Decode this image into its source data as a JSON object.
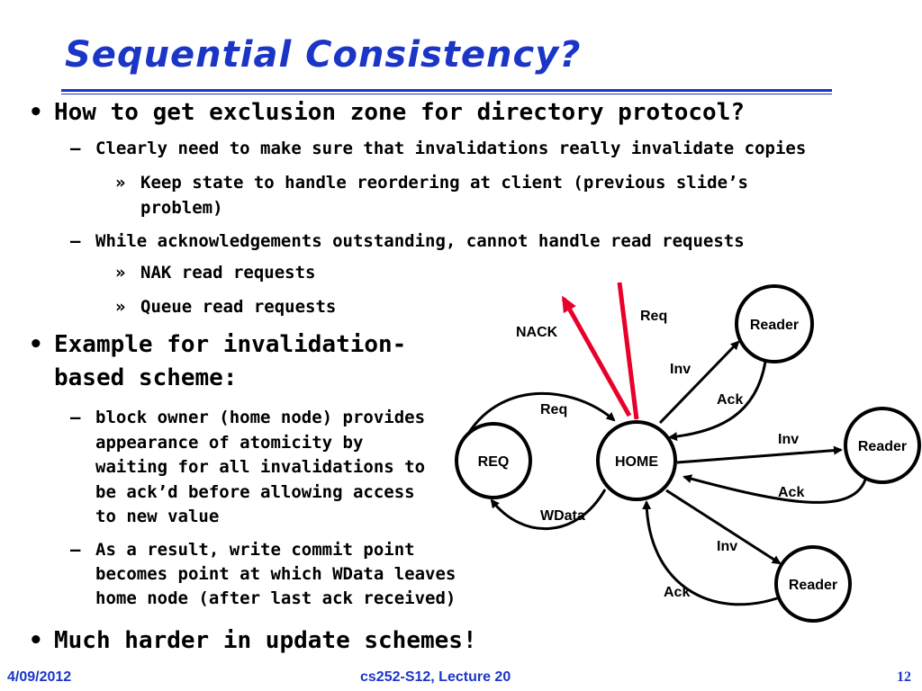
{
  "slide": {
    "title": "Sequential Consistency?",
    "bullets": {
      "b1_text": "How to get exclusion zone for directory protocol?",
      "b1_sub1": "Clearly need to make sure that invalidations really invalidate copies",
      "b1_sub1_item1_line1": "Keep state to handle reordering at client (previous slide’s",
      "b1_sub1_item1_line2": "problem)",
      "b1_sub2": "While acknowledgements outstanding, cannot handle read requests",
      "b1_sub2_item1": "NAK read requests",
      "b1_sub2_item2": "Queue read requests",
      "b2_line1": "Example for invalidation-",
      "b2_line2": "based scheme:",
      "b2_sub1_lines": [
        "block owner (home node) provides",
        "appearance of atomicity by",
        "waiting for all invalidations to",
        "be ack’d before allowing access",
        "to new value"
      ],
      "b2_sub2_lines": [
        "As a result, write commit point",
        "becomes point at which WData leaves",
        "home node (after last ack received)"
      ],
      "b3_text": "Much harder in update schemes!"
    },
    "markers": {
      "bullet": "•",
      "dash": "–",
      "raquo": "»"
    },
    "diagram": {
      "nodes": {
        "req": "REQ",
        "home": "HOME",
        "reader1": "Reader",
        "reader2": "Reader",
        "reader3": "Reader"
      },
      "labels": {
        "nack": "NACK",
        "req_top": "Req",
        "req_mid": "Req",
        "wdata": "WData",
        "inv1": "Inv",
        "ack1": "Ack",
        "inv2": "Inv",
        "ack2": "Ack",
        "inv3": "Inv",
        "ack3": "Ack"
      },
      "colors": {
        "red_arrow": "#e8002a",
        "node_border": "#000000"
      }
    },
    "footer": {
      "date": "4/09/2012",
      "course": "cs252-S12, Lecture 20",
      "page": "12"
    },
    "colors": {
      "accent": "#1b35c7"
    }
  }
}
